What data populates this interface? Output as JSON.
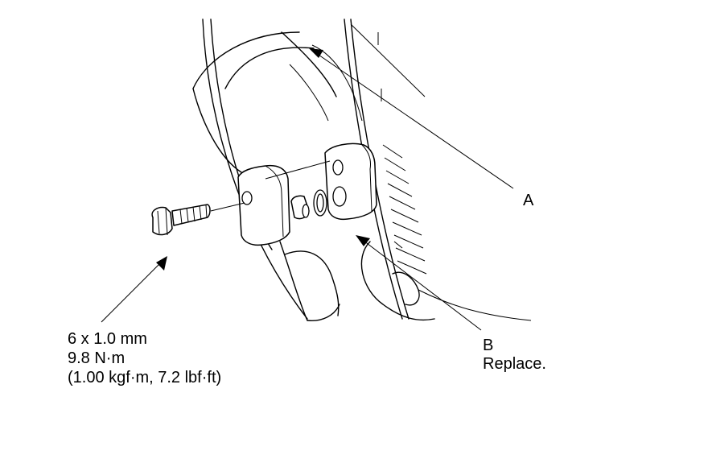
{
  "labels": {
    "a": "A",
    "b": "B",
    "b_note": "Replace.",
    "bolt_size": "6 x 1.0 mm",
    "torque_nm": "9.8 N·m",
    "torque_alt": "(1.00 kgf·m, 7.2 lbf·ft)"
  }
}
